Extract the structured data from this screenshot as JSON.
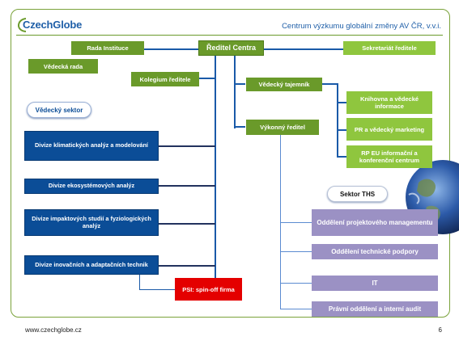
{
  "header": {
    "logo_text": "CzechGlobe",
    "title": "Centrum výzkumu globální změny AV ČR, v.v.i."
  },
  "top_row": {
    "rada_instituce": "Rada Instituce",
    "reditel_centra": "Ředitel Centra",
    "sekretariat": "Sekretariát ředitele"
  },
  "vedecka_rada": "Vědecká rada",
  "kolegium": "Kolegium ředitele",
  "vedecky_tajemnik": "Vědecký tajemník",
  "vykonny_reditel": "Výkonný ředitel",
  "right_green": [
    "Knihovna a vědecké informace",
    "PR a vědecký marketing",
    "RP EU informační a konferenční centrum"
  ],
  "vedecky_sektor": "Vědecký sektor",
  "divisions": [
    "Divize klimatických analýz a modelování",
    "Divize ekosystémových analýz",
    "Divize impaktových studií a fyziologických analýz",
    "Divize inovačních a adaptačních technik"
  ],
  "psi": "PSI: spin-off firma",
  "sektor_ths": "Sektor THS",
  "ths_units": [
    "Oddělení projektového managementu",
    "Oddělení technické podpory",
    "IT",
    "Právní oddělení a interní audit"
  ],
  "footer": {
    "url": "www.czechglobe.cz",
    "page": "6"
  },
  "colors": {
    "green": "#6a9a2a",
    "lightgreen": "#8fc63e",
    "navy": "#0b4d97",
    "lavender": "#9b91c4",
    "red": "#e40000"
  }
}
